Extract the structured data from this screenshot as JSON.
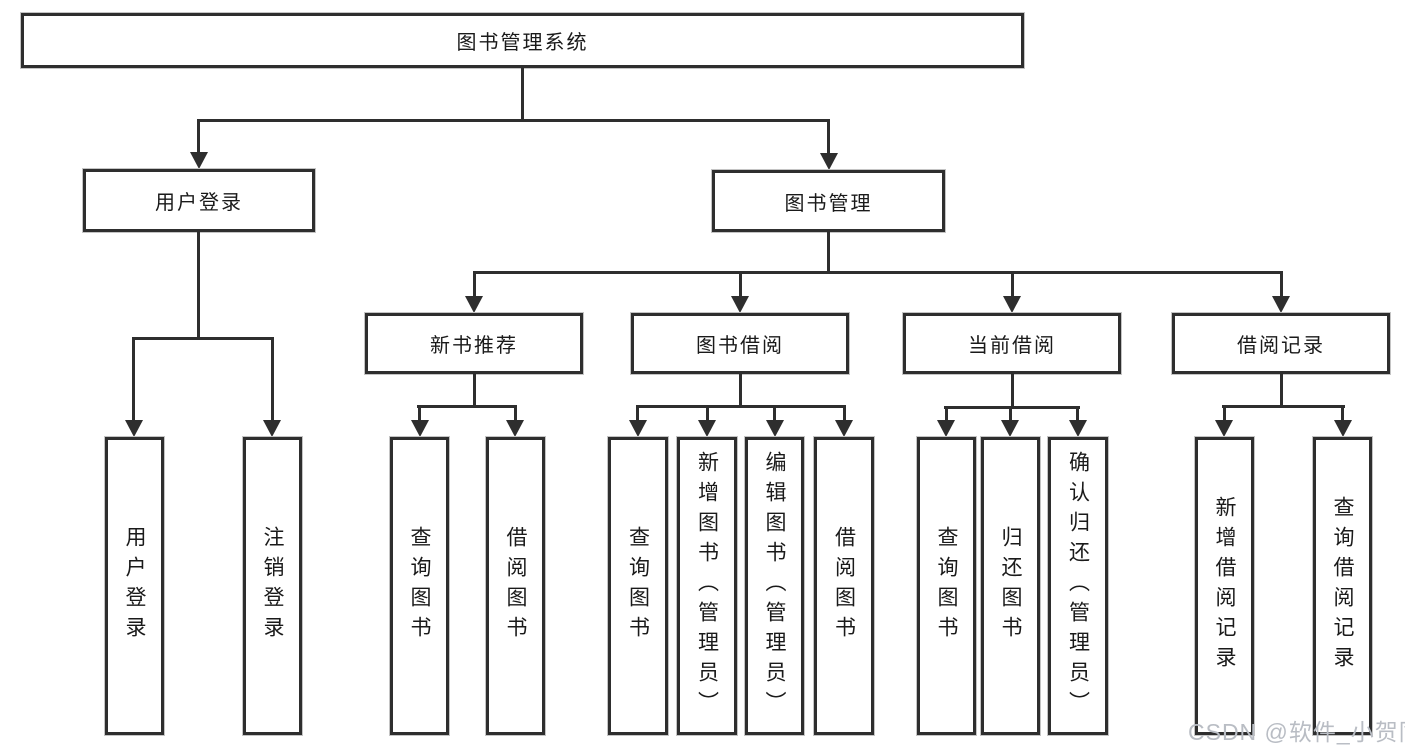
{
  "diagram": {
    "root": {
      "label": "图书管理系统"
    },
    "level2": [
      {
        "label": "用户登录"
      },
      {
        "label": "图书管理"
      }
    ],
    "level3": [
      {
        "label": "新书推荐"
      },
      {
        "label": "图书借阅"
      },
      {
        "label": "当前借阅"
      },
      {
        "label": "借阅记录"
      }
    ],
    "leaves": {
      "user_login": [
        {
          "label": "用户登录"
        },
        {
          "label": "注销登录"
        }
      ],
      "new_books": [
        {
          "label": "查询图书"
        },
        {
          "label": "借阅图书"
        }
      ],
      "book_borrow": [
        {
          "label": "查询图书"
        },
        {
          "label": "新增图书（管理员）"
        },
        {
          "label": "编辑图书（管理员）"
        },
        {
          "label": "借阅图书"
        }
      ],
      "current_borrow": [
        {
          "label": "查询图书"
        },
        {
          "label": "归还图书"
        },
        {
          "label": "确认归还（管理员）"
        }
      ],
      "borrow_records": [
        {
          "label": "新增借阅记录"
        },
        {
          "label": "查询借阅记录"
        }
      ]
    },
    "watermark": "CSDN @软件_小贺同学",
    "colors": {
      "line": "#2e2e2e",
      "background": "#ffffff",
      "text": "#1a1a1a",
      "watermark": "#b9bdc4"
    }
  }
}
